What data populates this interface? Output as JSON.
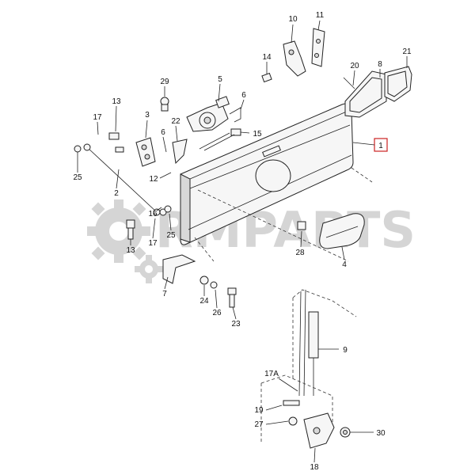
{
  "diagram": {
    "watermark": {
      "text": "RMPARTS",
      "color": "#b4b4b4"
    },
    "highlight_color": "#cc2222",
    "callouts": {
      "c1": "1",
      "c2": "2",
      "c3": "3",
      "c4": "4",
      "c5": "5",
      "c6a": "6",
      "c6b": "6",
      "c7": "7",
      "c8": "8",
      "c9": "9",
      "c10": "10",
      "c11": "11",
      "c12": "12",
      "c13a": "13",
      "c13b": "13",
      "c14": "14",
      "c15": "15",
      "c16": "16",
      "c17a": "17",
      "c17b": "17",
      "c17A": "17A",
      "c18": "18",
      "c19": "19",
      "c20": "20",
      "c21": "21",
      "c22": "22",
      "c23": "23",
      "c24": "24",
      "c25a": "25",
      "c25b": "25",
      "c26": "26",
      "c27": "27",
      "c28": "28",
      "c29": "29",
      "c30": "30"
    }
  }
}
